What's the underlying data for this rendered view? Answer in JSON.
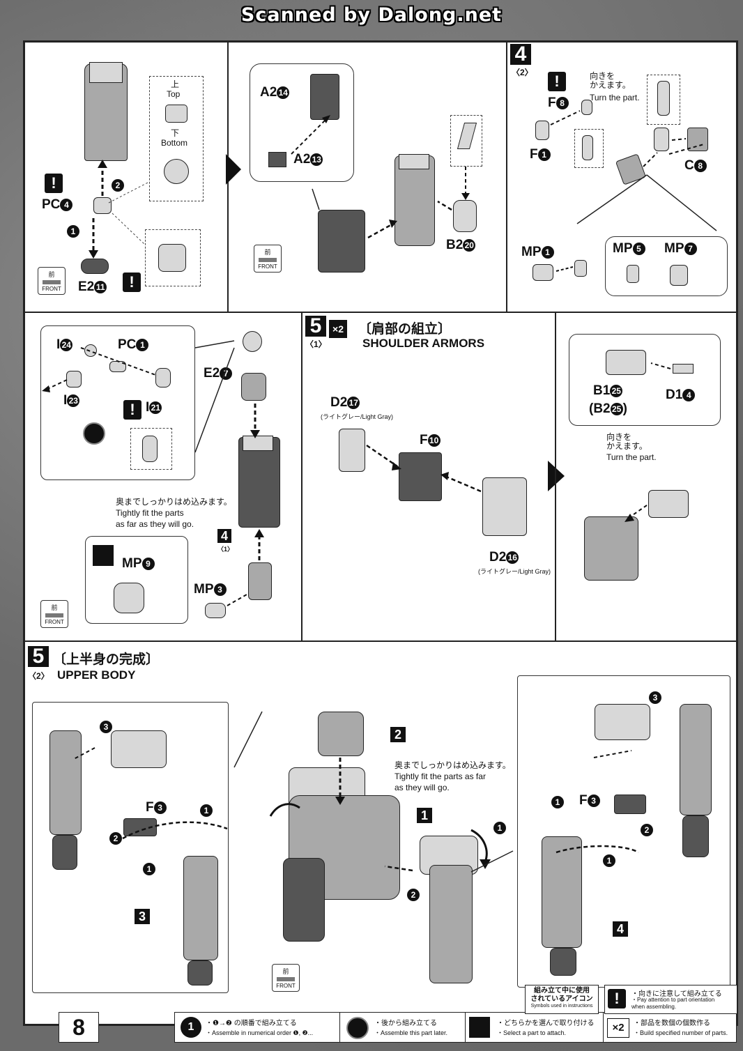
{
  "banner": "Scanned by Dalong.net",
  "page_number": "8",
  "front_label": {
    "ja": "前",
    "en": "FRONT"
  },
  "step_top_left": {
    "orientation_top_ja": "上",
    "orientation_top_en": "Top",
    "orientation_bottom_ja": "下",
    "orientation_bottom_en": "Bottom",
    "pc": "PC",
    "pc_num": "4",
    "e2": "E2",
    "e2_num": "11",
    "order1": "1",
    "order2": "2"
  },
  "step_top_mid": {
    "a2_14": "A2",
    "a2_14_num": "14",
    "a2_13": "A2",
    "a2_13_num": "13",
    "b2": "B2",
    "b2_num": "20"
  },
  "step4_2": {
    "step": "4",
    "sub": "〈2〉",
    "f8": "F",
    "f8_num": "8",
    "f1": "F",
    "f1_num": "1",
    "c8": "C",
    "c8_num": "8",
    "turn_ja": "向きを\nかえます。",
    "turn_en": "Turn the part.",
    "mp1": "MP",
    "mp1_num": "1",
    "mp5": "MP",
    "mp5_num": "5",
    "mp7": "MP",
    "mp7_num": "7"
  },
  "step_mid_left": {
    "i24": "I",
    "i24_num": "24",
    "pc1": "PC",
    "pc1_num": "1",
    "i23": "I",
    "i23_num": "23",
    "i21": "I",
    "i21_num": "21",
    "e27": "E2",
    "e27_num": "7",
    "fit_ja": "奥までしっかりはめ込みます。",
    "fit_en1": "Tightly fit the parts",
    "fit_en2": "as far as they will go.",
    "ref_step": "4",
    "ref_sub": "〈1〉",
    "mp9": "MP",
    "mp9_num": "9",
    "mp3": "MP",
    "mp3_num": "3"
  },
  "step5_1": {
    "step": "5",
    "sub": "〈1〉",
    "mult": "×2",
    "title_ja": "〔肩部の組立〕",
    "title_en": "SHOULDER ARMORS",
    "d2_17": "D2",
    "d2_17_num": "17",
    "d2_17_note": "(ライトグレー/Light Gray)",
    "f10": "F",
    "f10_num": "10",
    "d2_16": "D2",
    "d2_16_num": "16",
    "d2_16_note": "(ライトグレー/Light Gray)",
    "b1": "B1",
    "b1_num": "25",
    "b2": "(B2",
    "b2_num": "25",
    "b2_close": ")",
    "d1": "D1",
    "d1_num": "4",
    "turn_ja": "向きを\nかえます。",
    "turn_en": "Turn the part."
  },
  "step5_2": {
    "step": "5",
    "sub": "〈2〉",
    "title_ja": "〔上半身の完成〕",
    "title_en": "UPPER BODY",
    "fit_ja": "奥までしっかりはめ込みます。",
    "fit_en1": "Tightly fit the parts as far",
    "fit_en2": "as they will go.",
    "f3_left": "F",
    "f3_left_num": "3",
    "f3_right": "F",
    "f3_right_num": "3",
    "box_labels": [
      "2",
      "1",
      "3",
      "4"
    ],
    "circle_labels": [
      "1",
      "2",
      "3"
    ]
  },
  "legend": {
    "title_ja": "組み立て中に使用\nされているアイコン",
    "title_en": "Symbols used in instructions",
    "warn_ja": "・向きに注意して組み立てる",
    "warn_en": "・Pay attention to part orientation\n when assembling.",
    "order_ja": "・❶→❷ の順番で組み立てる",
    "order_en": "・Assemble in numerical order ❶, ❷...",
    "later_ja": "・後から組み立てる",
    "later_en": "・Assemble this part later.",
    "choose_ja": "・どちらかを選んで取り付ける",
    "choose_en": "・Select a part to attach.",
    "mult_ja": "・部品を数個の個数作る",
    "mult_en": "・Build specified number of parts.",
    "mult_icon": "×2"
  }
}
